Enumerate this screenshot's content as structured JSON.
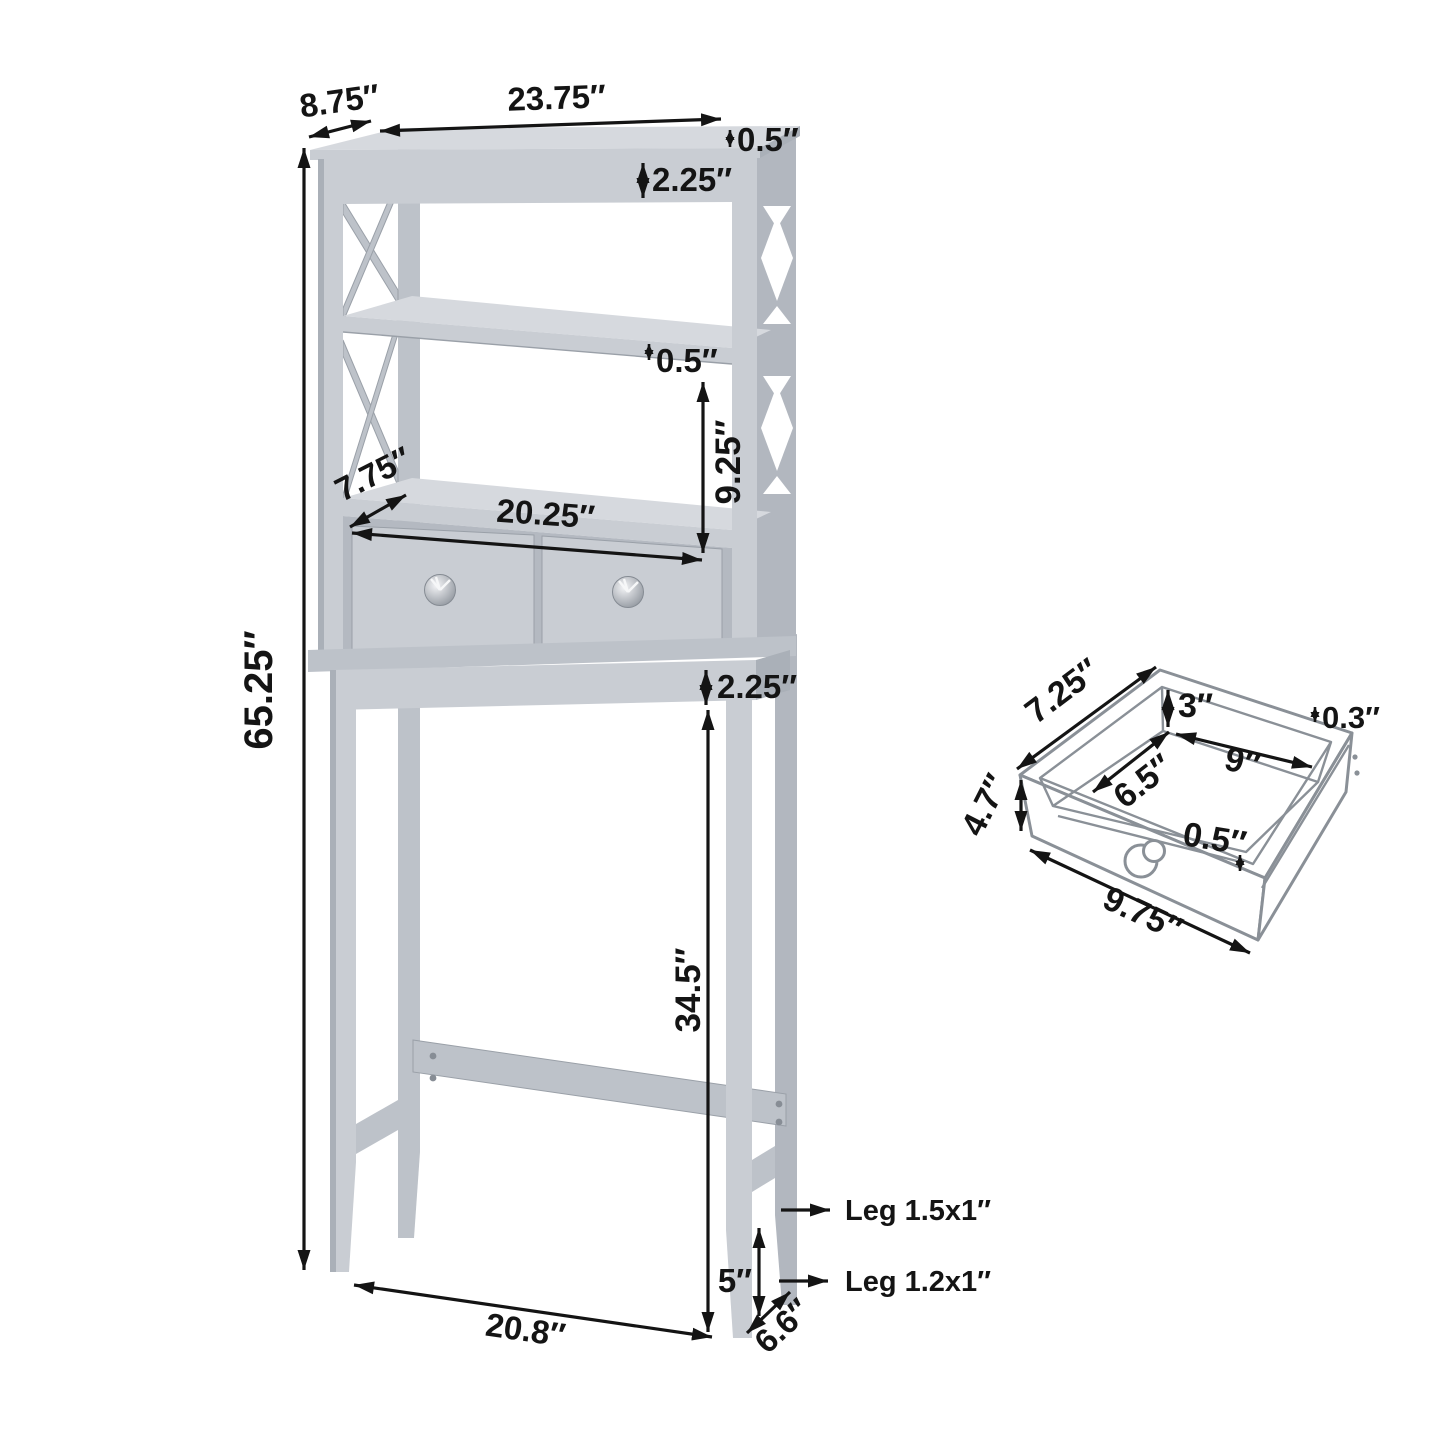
{
  "annotations": {
    "main": {
      "top_depth": "8.75″",
      "top_width": "23.75″",
      "top_thickness": "0.5″",
      "top_section_height": "2.25″",
      "shelf_thickness": "0.5″",
      "open_compartment_height": "9.25″",
      "shelf_depth": "7.75″",
      "shelf_width": "20.25″",
      "overall_height": "65.25″",
      "apron_height": "2.25″",
      "leg_clearance": "34.5″",
      "foot_height": "5″",
      "base_width": "20.8″",
      "base_depth": "6.6″",
      "leg_upper": "Leg 1.5x1″",
      "leg_lower": "Leg 1.2x1″"
    },
    "drawer": {
      "depth": "7.25″",
      "inner_height": "3″",
      "side_thickness": "0.3″",
      "inner_width": "9″",
      "inner_depth": "6.5″",
      "front_height": "4.7″",
      "bottom_thickness": "0.5″",
      "width": "9.75″"
    }
  },
  "colors": {
    "background": "#ffffff",
    "furniture_light": "#c9cdd3",
    "furniture_mid": "#b3b8c0",
    "furniture_dark": "#9aa0a8",
    "dimension_line": "#141414",
    "sketch_outline": "#8a9097",
    "knob_silver": "#c9cbd0"
  }
}
